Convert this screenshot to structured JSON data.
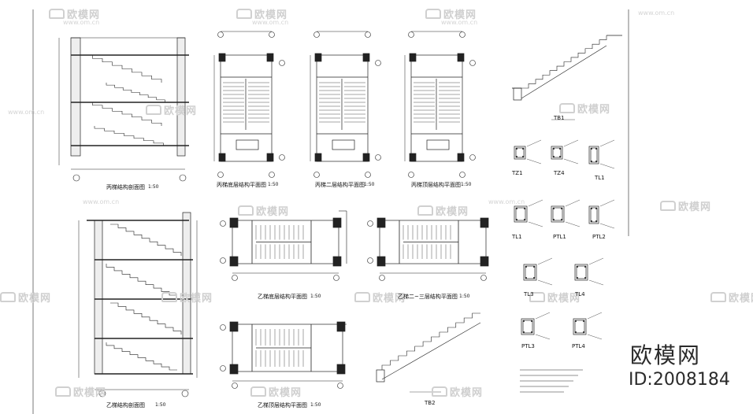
{
  "brand": {
    "name": "欧模网",
    "id": "ID:2008184"
  },
  "watermark": {
    "text": "欧模网",
    "url": "www.om.cn"
  },
  "drawings": {
    "bing_section": {
      "title": "丙梯结构剖面图",
      "scale": "1:50"
    },
    "bing_plan_bottom": {
      "title": "丙梯底层结构平面图",
      "scale": "1:50"
    },
    "bing_plan_2": {
      "title": "丙梯二层结构平面图",
      "scale": "1:50"
    },
    "bing_plan_top": {
      "title": "丙梯顶层结构平面图",
      "scale": "1:50"
    },
    "yi_section": {
      "title": "乙梯结构剖面图",
      "scale": "1:50"
    },
    "yi_plan_bottom": {
      "title": "乙梯底层结构平面图",
      "scale": "1:50"
    },
    "yi_plan_23": {
      "title": "乙梯二~三层结构平面图",
      "scale": "1:50"
    },
    "yi_plan_top": {
      "title": "乙梯顶层结构平面图",
      "scale": "1:50"
    }
  },
  "details": {
    "tb1": "TB1",
    "tb2": "TB2",
    "tz1": "TZ1",
    "tz4": "TZ4",
    "tl1": "TL1",
    "tl1b": "TL1",
    "ptl1": "PTL1",
    "ptl2": "PTL2",
    "tl3": "TL3",
    "tl4": "TL4",
    "ptl3": "PTL3",
    "ptl4": "PTL4"
  }
}
